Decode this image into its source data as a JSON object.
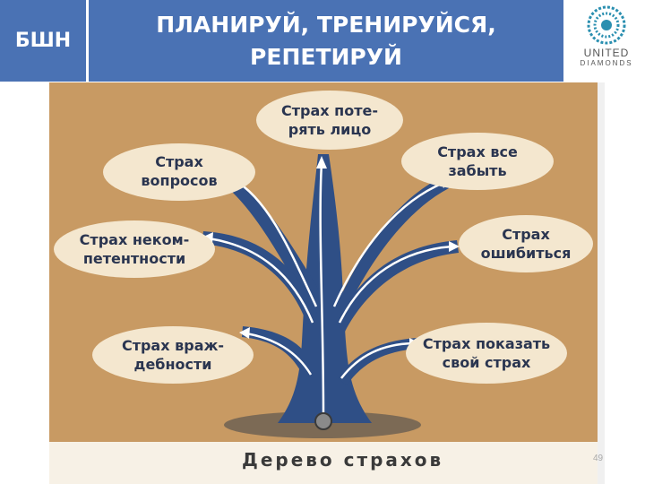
{
  "header": {
    "badge": "БШН",
    "title_line1": "ПЛАНИРУЙ, ТРЕНИРУЙСЯ,",
    "title_line2": "РЕПЕТИРУЙ",
    "logo_text_line1": "UNITED",
    "logo_text_line2": "DIAMONDS"
  },
  "diagram": {
    "caption": "Дерево страхов",
    "fears": [
      {
        "line1": "Страх поте-",
        "line2": "рять лицо"
      },
      {
        "line1": "Страх",
        "line2": "вопросов"
      },
      {
        "line1": "Страх все",
        "line2": "забыть"
      },
      {
        "line1": "Страх неком-",
        "line2": "петентности"
      },
      {
        "line1": "Страх",
        "line2": "ошибиться"
      },
      {
        "line1": "Страх враж-",
        "line2": "дебности"
      },
      {
        "line1": "Страх показать",
        "line2": "свой страх"
      }
    ]
  },
  "page_number": "49",
  "colors": {
    "header_blue": "#4a72b4",
    "board": "#c89a63",
    "tree": "#2f4f86",
    "bubble": "#f4e7cf"
  }
}
